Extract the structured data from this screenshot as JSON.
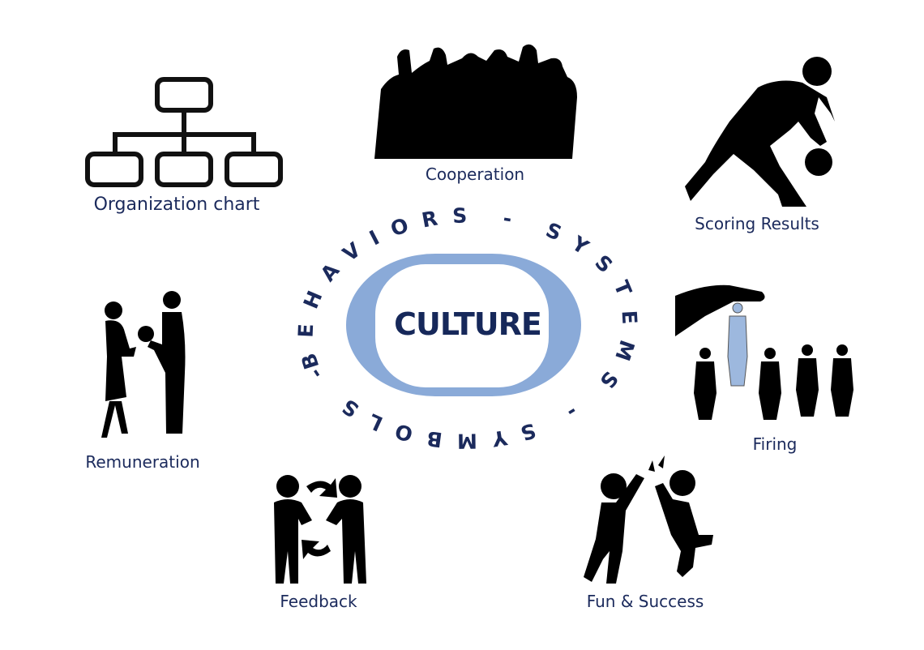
{
  "center": {
    "title": "CULTURE",
    "ring_text": "BEHAVIORS - SYSTEMS - SYMBOLS -"
  },
  "items": [
    {
      "label": "Organization chart",
      "icon": "org-chart-icon"
    },
    {
      "label": "Cooperation",
      "icon": "group-silhouette-icon"
    },
    {
      "label": "Scoring Results",
      "icon": "basketball-player-icon"
    },
    {
      "label": "Firing",
      "icon": "hand-picking-person-icon"
    },
    {
      "label": "Fun & Success",
      "icon": "high-five-icon"
    },
    {
      "label": "Feedback",
      "icon": "exchange-icon"
    },
    {
      "label": "Remuneration",
      "icon": "flower-gift-icon"
    }
  ],
  "colors": {
    "text": "#1b2a5c",
    "ring": "#8aaad8",
    "silhouette": "#000000",
    "highlight_person": "#9db8de"
  }
}
